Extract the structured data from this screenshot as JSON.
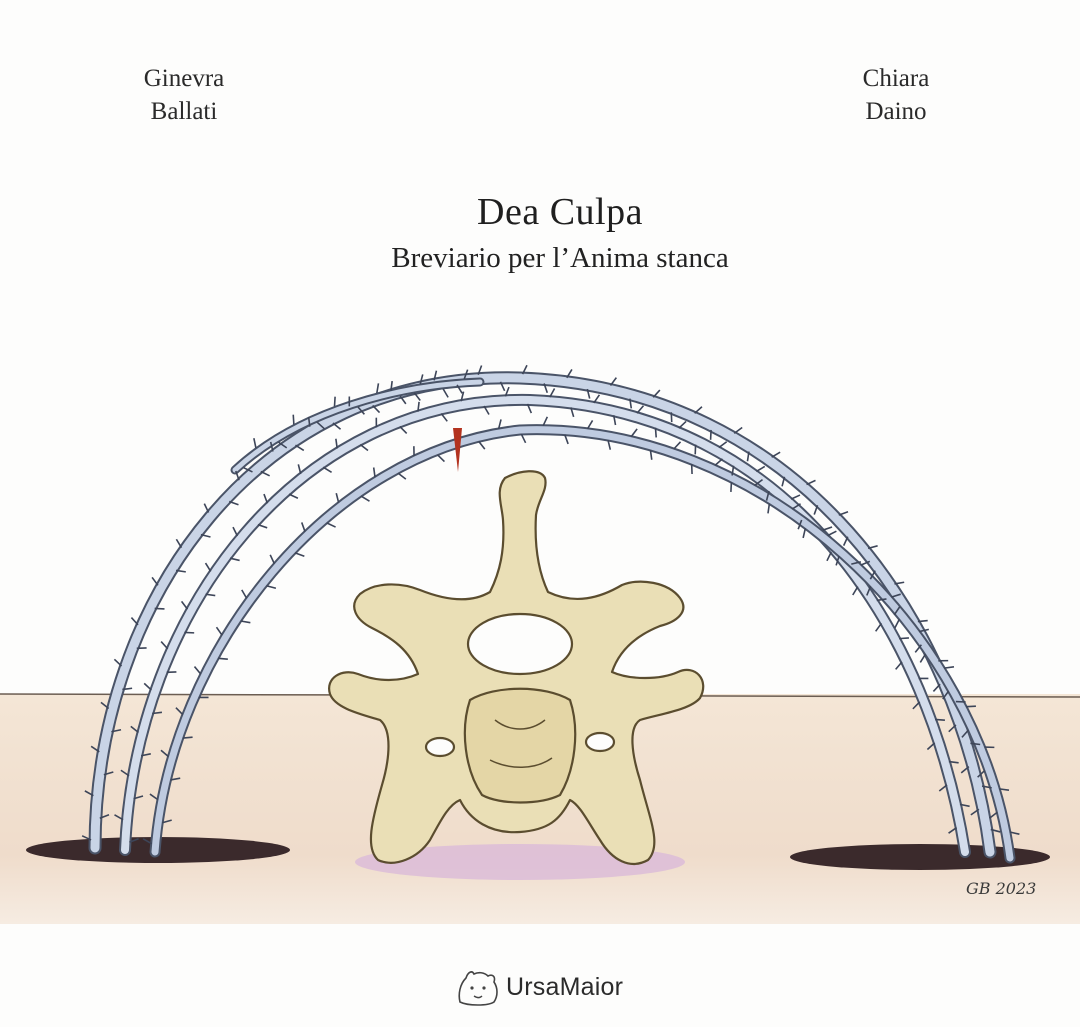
{
  "authors": {
    "left": {
      "first": "Ginevra",
      "last": "Ballati"
    },
    "right": {
      "first": "Chiara",
      "last": "Daino"
    }
  },
  "book": {
    "title": "Dea Culpa",
    "subtitle": "Breviario per l’Anima stanca"
  },
  "illustration": {
    "signature": "GB 2023",
    "colors": {
      "ground": "#f1e1d0",
      "thorn": "#c9d4e6",
      "thorn_outline": "#4a5468",
      "bone": "#eadfb6",
      "bone_outline": "#5b4d2f",
      "hole": "#3a2a2a",
      "shadow": "#d8b8d6",
      "blood": "#b3331f"
    }
  },
  "publisher": {
    "name": "UrsaMaior",
    "logo_icon": "bear-icon"
  }
}
